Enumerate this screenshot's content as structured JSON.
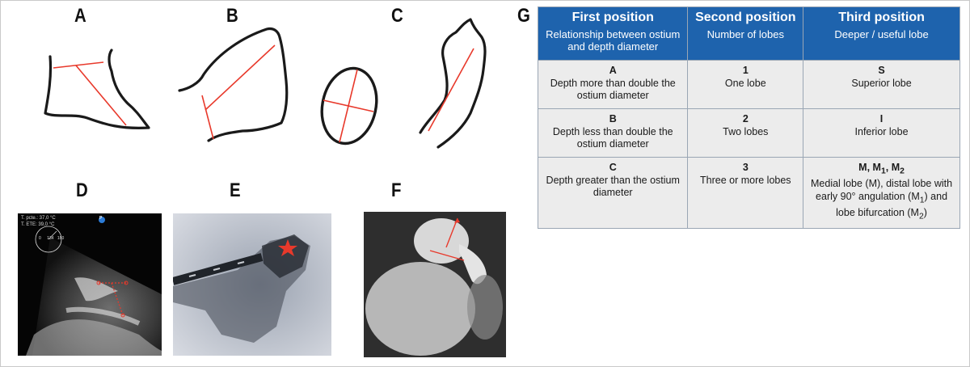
{
  "figure": {
    "panel_labels": [
      "A",
      "B",
      "C",
      "D",
      "E",
      "F",
      "G"
    ],
    "echo_overlay": {
      "line1": "T. pcte.: 37,0 °C",
      "line2": "T. ETE: 39,0 °C",
      "scale_left": "0",
      "scale_mid": "134",
      "scale_right": "180",
      "badge": "P"
    },
    "table": {
      "headers": [
        {
          "title": "First position",
          "subtitle": "Relationship between ostium and depth diameter"
        },
        {
          "title": "Second position",
          "subtitle": "Number of lobes"
        },
        {
          "title": "Third position",
          "subtitle": "Deeper / useful lobe"
        }
      ],
      "rows": [
        {
          "c1_code": "A",
          "c1_text": "Depth more than double the ostium diameter",
          "c2_code": "1",
          "c2_text": "One lobe",
          "c3_code": "S",
          "c3_text": "Superior lobe"
        },
        {
          "c1_code": "B",
          "c1_text": "Depth less than double the ostium diameter",
          "c2_code": "2",
          "c2_text": "Two lobes",
          "c3_code": "I",
          "c3_text": "Inferior lobe"
        },
        {
          "c1_code": "C",
          "c1_text": "Depth greater than the ostium diameter",
          "c2_code": "3",
          "c2_text": "Three or more lobes",
          "c3_code_parts": [
            "M, M",
            "1",
            ", M",
            "2"
          ],
          "c3_text_parts": [
            "Medial lobe (M), distal lobe with early 90° angulation (M",
            "1",
            ") and lobe bifurcation (M",
            "2",
            ")"
          ]
        }
      ]
    },
    "colors": {
      "header_bg": "#1e63ad",
      "cell_bg": "#ececec",
      "measure_line": "#e8392b",
      "outline": "#1a1a1a"
    }
  }
}
